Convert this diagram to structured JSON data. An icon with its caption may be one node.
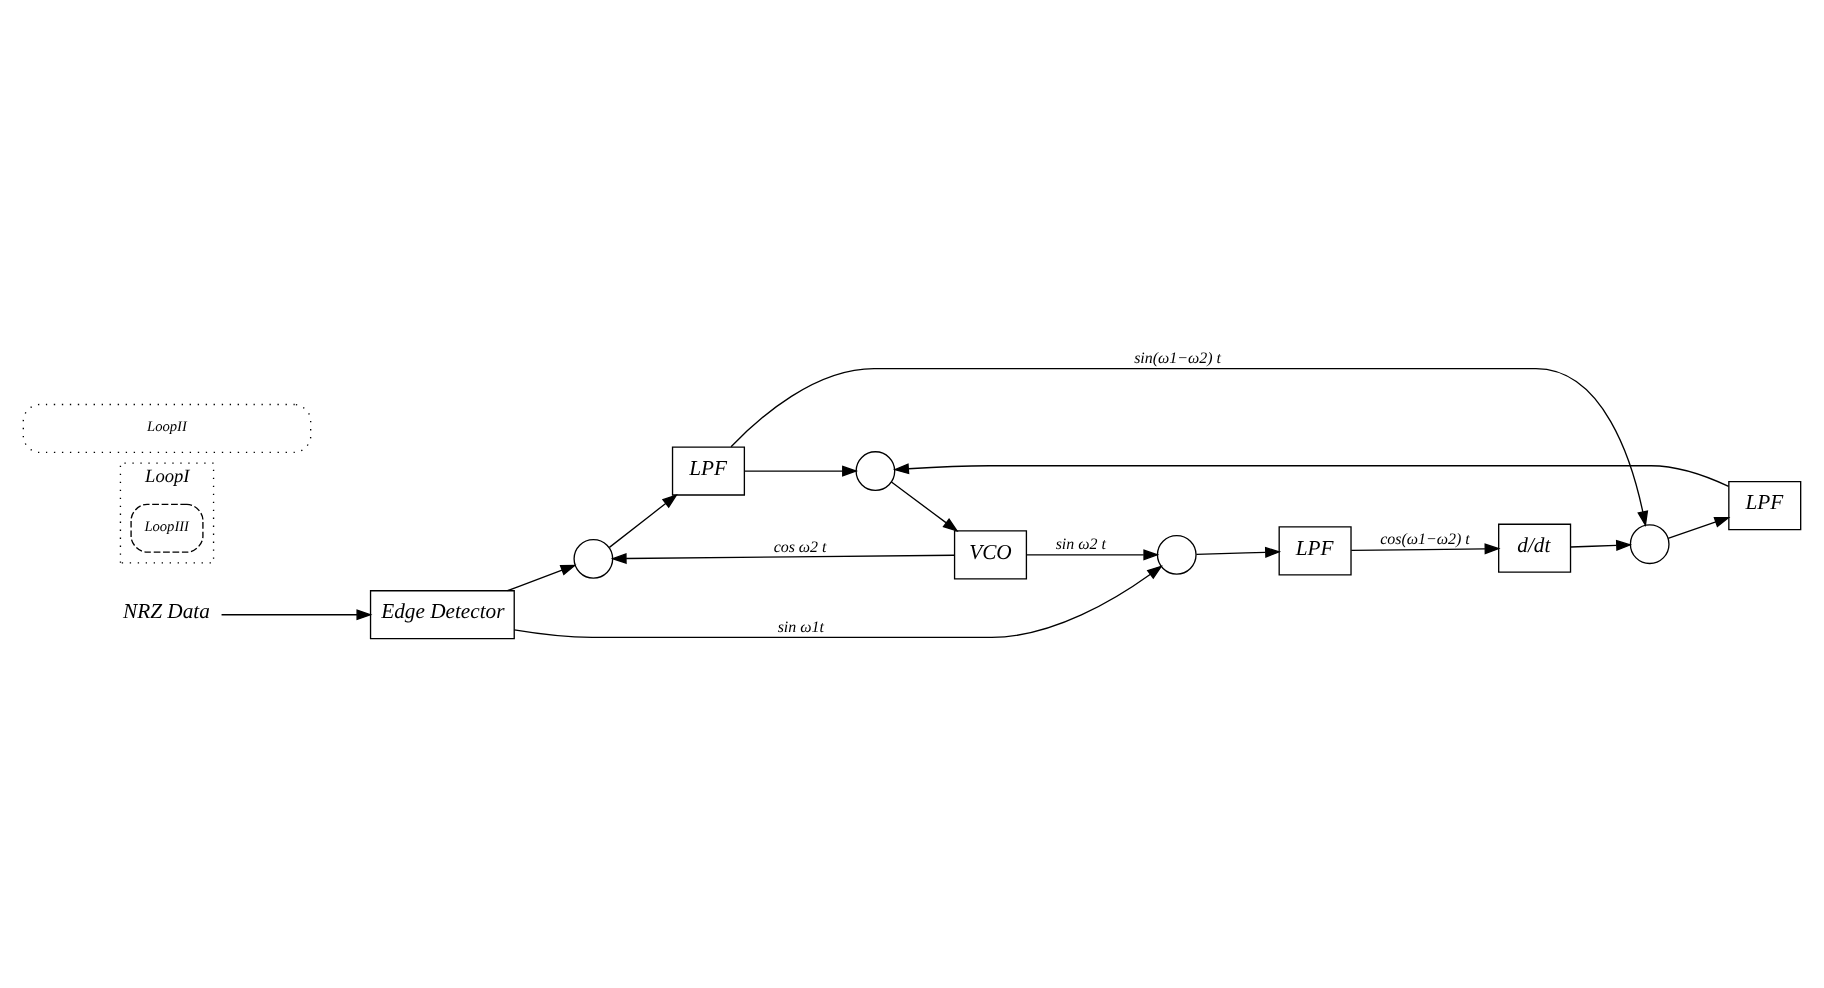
{
  "diagram": {
    "nodes": [
      {
        "text": [
          "NRZ Data"
        ]
      },
      {
        "text": [
          "Edge Detector"
        ]
      },
      {
        "text": [],
        "shape": "circle"
      },
      {
        "text": [
          "LPF"
        ]
      },
      {
        "text": [
          "LoopI"
        ]
      },
      {
        "text": [
          "LoopIII"
        ],
        "in": 4
      },
      {
        "text": [
          "VCO"
        ]
      },
      {
        "text": [],
        "shape": "circle"
      },
      {
        "text": [
          "LPF"
        ]
      },
      {
        "text": [],
        "shape": "circle"
      },
      {
        "text": [
          "LoopII"
        ]
      },
      {
        "text": [],
        "shape": "circle"
      },
      {
        "text": [
          "LPF"
        ]
      },
      {
        "text": [
          "d/dt"
        ]
      }
    ],
    "edges": [
      {
        "from": 0,
        "to": 1,
        "arrow": "to"
      },
      {
        "from": 1,
        "to": 2,
        "arrow": "to"
      },
      {
        "from": 1,
        "to": 11,
        "arrow": "to",
        "label": "sin ω1t"
      },
      {
        "from": 2,
        "to": 3,
        "arrow": "to"
      },
      {
        "from": 3,
        "to": 9,
        "arrow": "to",
        "label": "sin(ω1−ω2) t"
      },
      {
        "from": 3,
        "to": 7,
        "arrow": "to"
      },
      {
        "from": 9,
        "to": 8,
        "arrow": "to"
      },
      {
        "from": 8,
        "to": 7,
        "arrow": "to"
      },
      {
        "from": 7,
        "to": 6,
        "arrow": "to"
      },
      {
        "from": 6,
        "to": 2,
        "arrow": "to",
        "label": "cos ω2 t"
      },
      {
        "from": 6,
        "to": 11,
        "arrow": "to",
        "label": "sin ω2 t"
      },
      {
        "from": 11,
        "to": 12,
        "arrow": "to"
      },
      {
        "from": 12,
        "to": 13,
        "arrow": "to",
        "label": "cos(ω1−ω2) t"
      },
      {
        "from": 13,
        "to": 9,
        "arrow": "to"
      }
    ]
  }
}
